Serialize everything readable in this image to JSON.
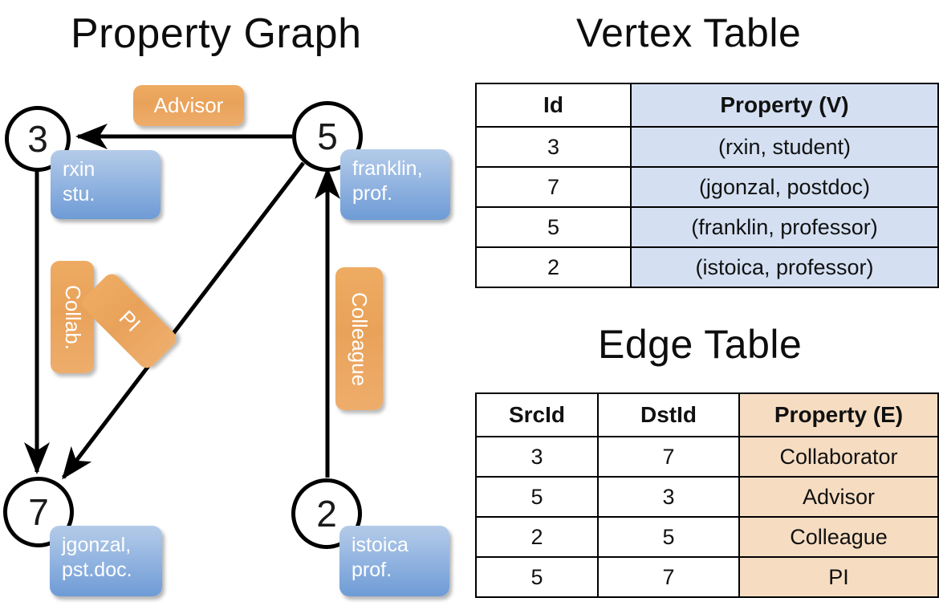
{
  "titles": {
    "property_graph": "Property Graph",
    "vertex_table": "Vertex Table",
    "edge_table": "Edge Table"
  },
  "graph": {
    "nodes": [
      {
        "id": "3",
        "property_lines": [
          "rxin",
          "stu."
        ]
      },
      {
        "id": "5",
        "property_lines": [
          "franklin,",
          "prof."
        ]
      },
      {
        "id": "7",
        "property_lines": [
          "jgonzal,",
          "pst.doc."
        ]
      },
      {
        "id": "2",
        "property_lines": [
          "istoica",
          "prof."
        ]
      }
    ],
    "edge_labels": [
      {
        "name": "advisor",
        "text": "Advisor"
      },
      {
        "name": "collab",
        "text": "Collab."
      },
      {
        "name": "pi",
        "text": "PI"
      },
      {
        "name": "colleague",
        "text": "Colleague"
      }
    ]
  },
  "vertex_table": {
    "headers": [
      "Id",
      "Property (V)"
    ],
    "rows": [
      {
        "id": "3",
        "property": "(rxin, student)"
      },
      {
        "id": "7",
        "property": "(jgonzal, postdoc)"
      },
      {
        "id": "5",
        "property": "(franklin, professor)"
      },
      {
        "id": "2",
        "property": "(istoica, professor)"
      }
    ]
  },
  "edge_table": {
    "headers": [
      "SrcId",
      "DstId",
      "Property (E)"
    ],
    "rows": [
      {
        "src": "3",
        "dst": "7",
        "property": "Collaborator"
      },
      {
        "src": "5",
        "dst": "3",
        "property": "Advisor"
      },
      {
        "src": "2",
        "dst": "5",
        "property": "Colleague"
      },
      {
        "src": "5",
        "dst": "7",
        "property": "PI"
      }
    ]
  },
  "colors": {
    "vertex_property_cell": "#d4e0f2",
    "edge_property_cell": "#f6ddc2",
    "node_box_blue": "#6e9bd6",
    "edge_label_orange": "#e9a25a",
    "stroke": "#000000"
  }
}
